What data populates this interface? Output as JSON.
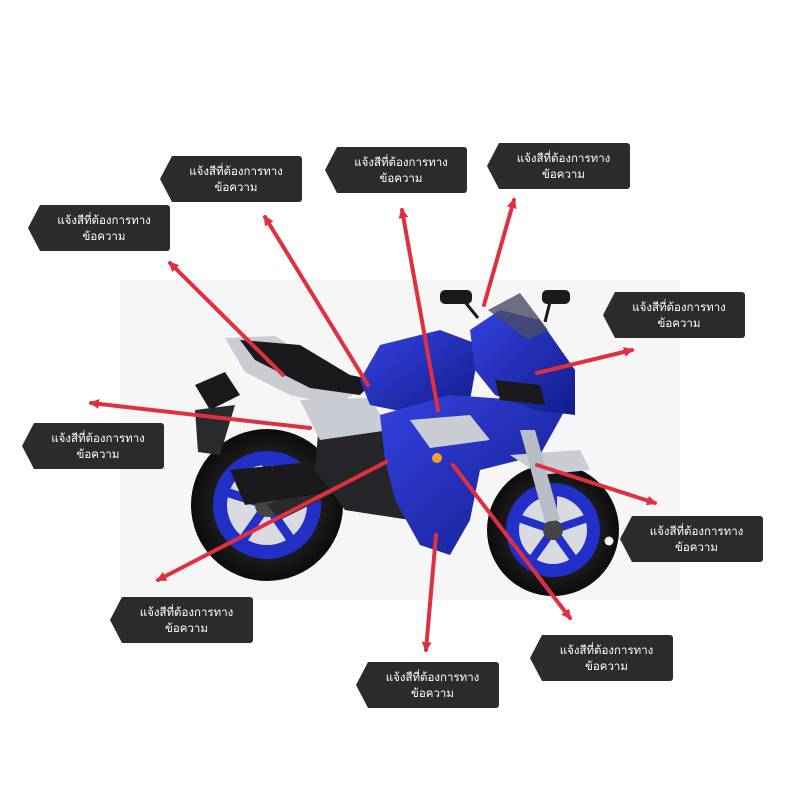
{
  "callouts": [
    {
      "line1": "แจ้งสีที่ต้องการทาง",
      "line2": "ข้อความ"
    },
    {
      "line1": "แจ้งสีที่ต้องการทาง",
      "line2": "ข้อความ"
    },
    {
      "line1": "แจ้งสีที่ต้องการทาง",
      "line2": "ข้อความ"
    },
    {
      "line1": "แจ้งสีที่ต้องการทาง",
      "line2": "ข้อความ"
    },
    {
      "line1": "แจ้งสีที่ต้องการทาง",
      "line2": "ข้อความ"
    },
    {
      "line1": "แจ้งสีที่ต้องการทาง",
      "line2": "ข้อความ"
    },
    {
      "line1": "แจ้งสีที่ต้องการทาง",
      "line2": "ข้อความ"
    },
    {
      "line1": "แจ้งสีที่ต้องการทาง",
      "line2": "ข้อความ"
    },
    {
      "line1": "แจ้งสีที่ต้องการทาง",
      "line2": "ข้อความ"
    },
    {
      "line1": "แจ้งสีที่ต้องการทาง",
      "line2": "ข้อความ"
    }
  ],
  "colors": {
    "arrow": "#e03040",
    "callout_bg": "#2c2c2e",
    "bike_blue": "#1d2ab8",
    "bike_silver": "#c9ccd3",
    "bike_black": "#1a1a1c"
  }
}
